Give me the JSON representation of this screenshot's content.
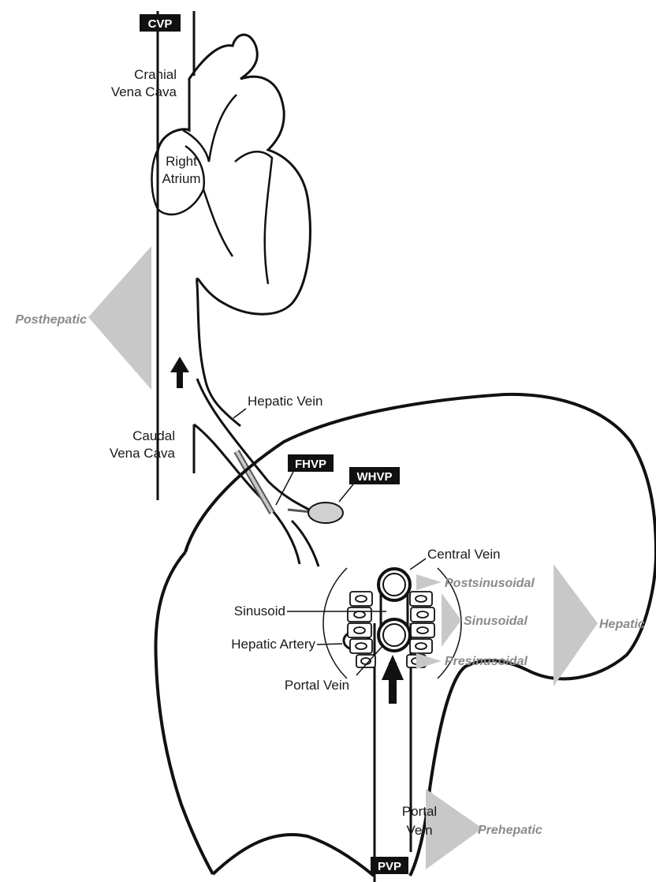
{
  "badges": {
    "cvp": "CVP",
    "fhvp": "FHVP",
    "whvp": "WHVP",
    "pvp": "PVP"
  },
  "labels": {
    "cranial_line1": "Cranial",
    "cranial_line2": "Vena Cava",
    "right_line1": "Right",
    "right_line2": "Atrium",
    "hepatic_vein": "Hepatic Vein",
    "caudal_line1": "Caudal",
    "caudal_line2": "Vena Cava",
    "central_vein": "Central Vein",
    "sinusoid": "Sinusoid",
    "hepatic_artery": "Hepatic Artery",
    "portal_vein_inner": "Portal Vein",
    "portal_line1": "Portal",
    "portal_line2": "Vein"
  },
  "zones": {
    "posthepatic": "Posthepatic",
    "postsinusoidal": "Postsinusoidal",
    "sinusoidal": "Sinusoidal",
    "presinusoidal": "Presinusoidal",
    "hepatic": "Hepatic",
    "prehepatic": "Prehepatic"
  },
  "colors": {
    "outline": "#111111",
    "badge": "#111111",
    "zone_fill": "#c8c8c8",
    "zone_text": "#8a8a8a"
  }
}
